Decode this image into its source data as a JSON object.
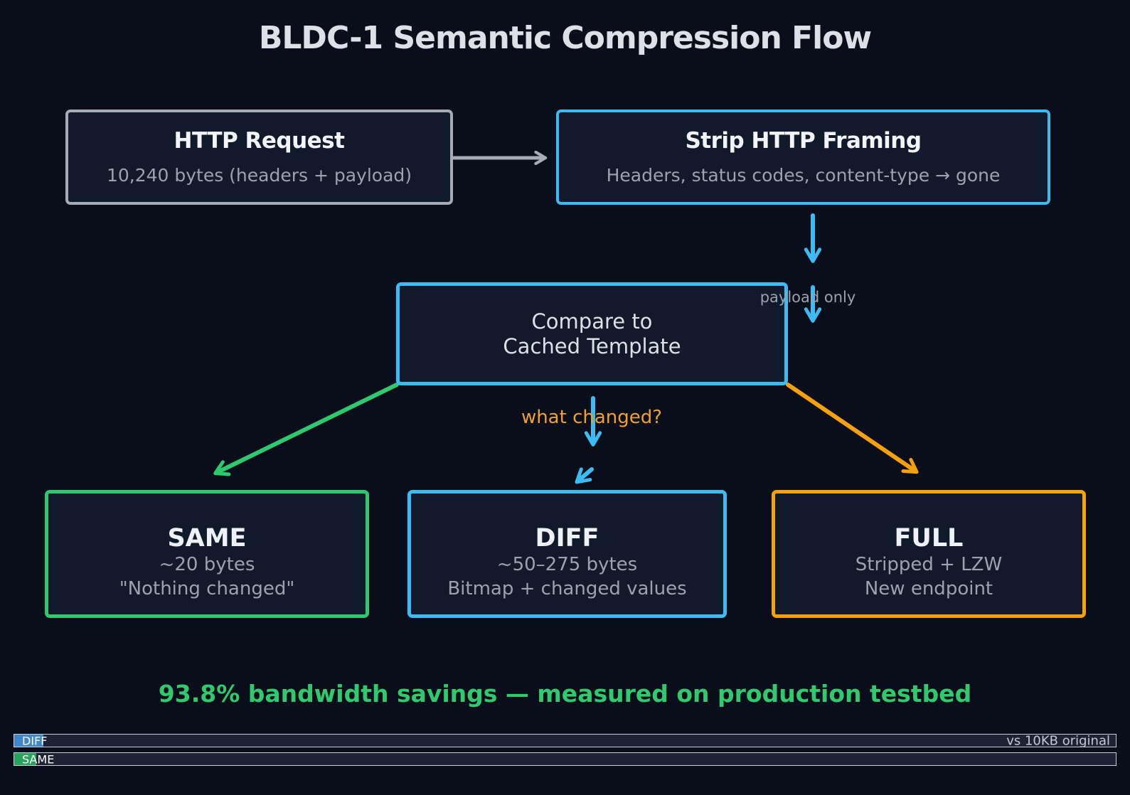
{
  "title": "BLDC-1 Semantic Compression Flow",
  "nodes": {
    "http_request": {
      "title": "HTTP Request",
      "subtitle": "10,240 bytes (headers + payload)"
    },
    "strip_framing": {
      "title": "Strip HTTP Framing",
      "subtitle": "Headers, status codes, content-type → gone"
    },
    "compare": {
      "line1": "Compare to",
      "line2": "Cached Template"
    },
    "same": {
      "title": "SAME",
      "line1": "~20 bytes",
      "line2": "\"Nothing changed\""
    },
    "diff": {
      "title": "DIFF",
      "line1": "~50–275 bytes",
      "line2": "Bitmap + changed values"
    },
    "full": {
      "title": "FULL",
      "line1": "Stripped + LZW",
      "line2": "New endpoint"
    }
  },
  "edge_labels": {
    "payload_only": "payload only",
    "what_changed": "what changed?"
  },
  "edges": [
    {
      "from": "HTTP Request",
      "to": "Strip HTTP Framing",
      "color": "gray"
    },
    {
      "from": "Strip HTTP Framing",
      "to": "Compare to Cached Template",
      "color": "cyan",
      "label": "payload only"
    },
    {
      "from": "Compare to Cached Template",
      "to": "SAME",
      "color": "green"
    },
    {
      "from": "Compare to Cached Template",
      "to": "DIFF",
      "color": "cyan",
      "label": "what changed?"
    },
    {
      "from": "Compare to Cached Template",
      "to": "FULL",
      "color": "orange"
    }
  ],
  "banner": "93.8% bandwidth savings — measured on production testbed",
  "bars": {
    "note": "vs 10KB original",
    "items": [
      {
        "label": "DIFF",
        "fill_color": "#3e87c9"
      },
      {
        "label": "SAME",
        "fill_color": "#2aa35f"
      }
    ]
  },
  "colors": {
    "background": "#0a0e1a",
    "node_fill": "#111a2a",
    "gray_border": "#a6abb5",
    "cyan": "#3cbcf2",
    "green": "#2dc96e",
    "orange": "#f5a10c",
    "muted_text": "#9ba3ae",
    "title_text": "#dde0e7",
    "banner_green": "#30c96e"
  }
}
